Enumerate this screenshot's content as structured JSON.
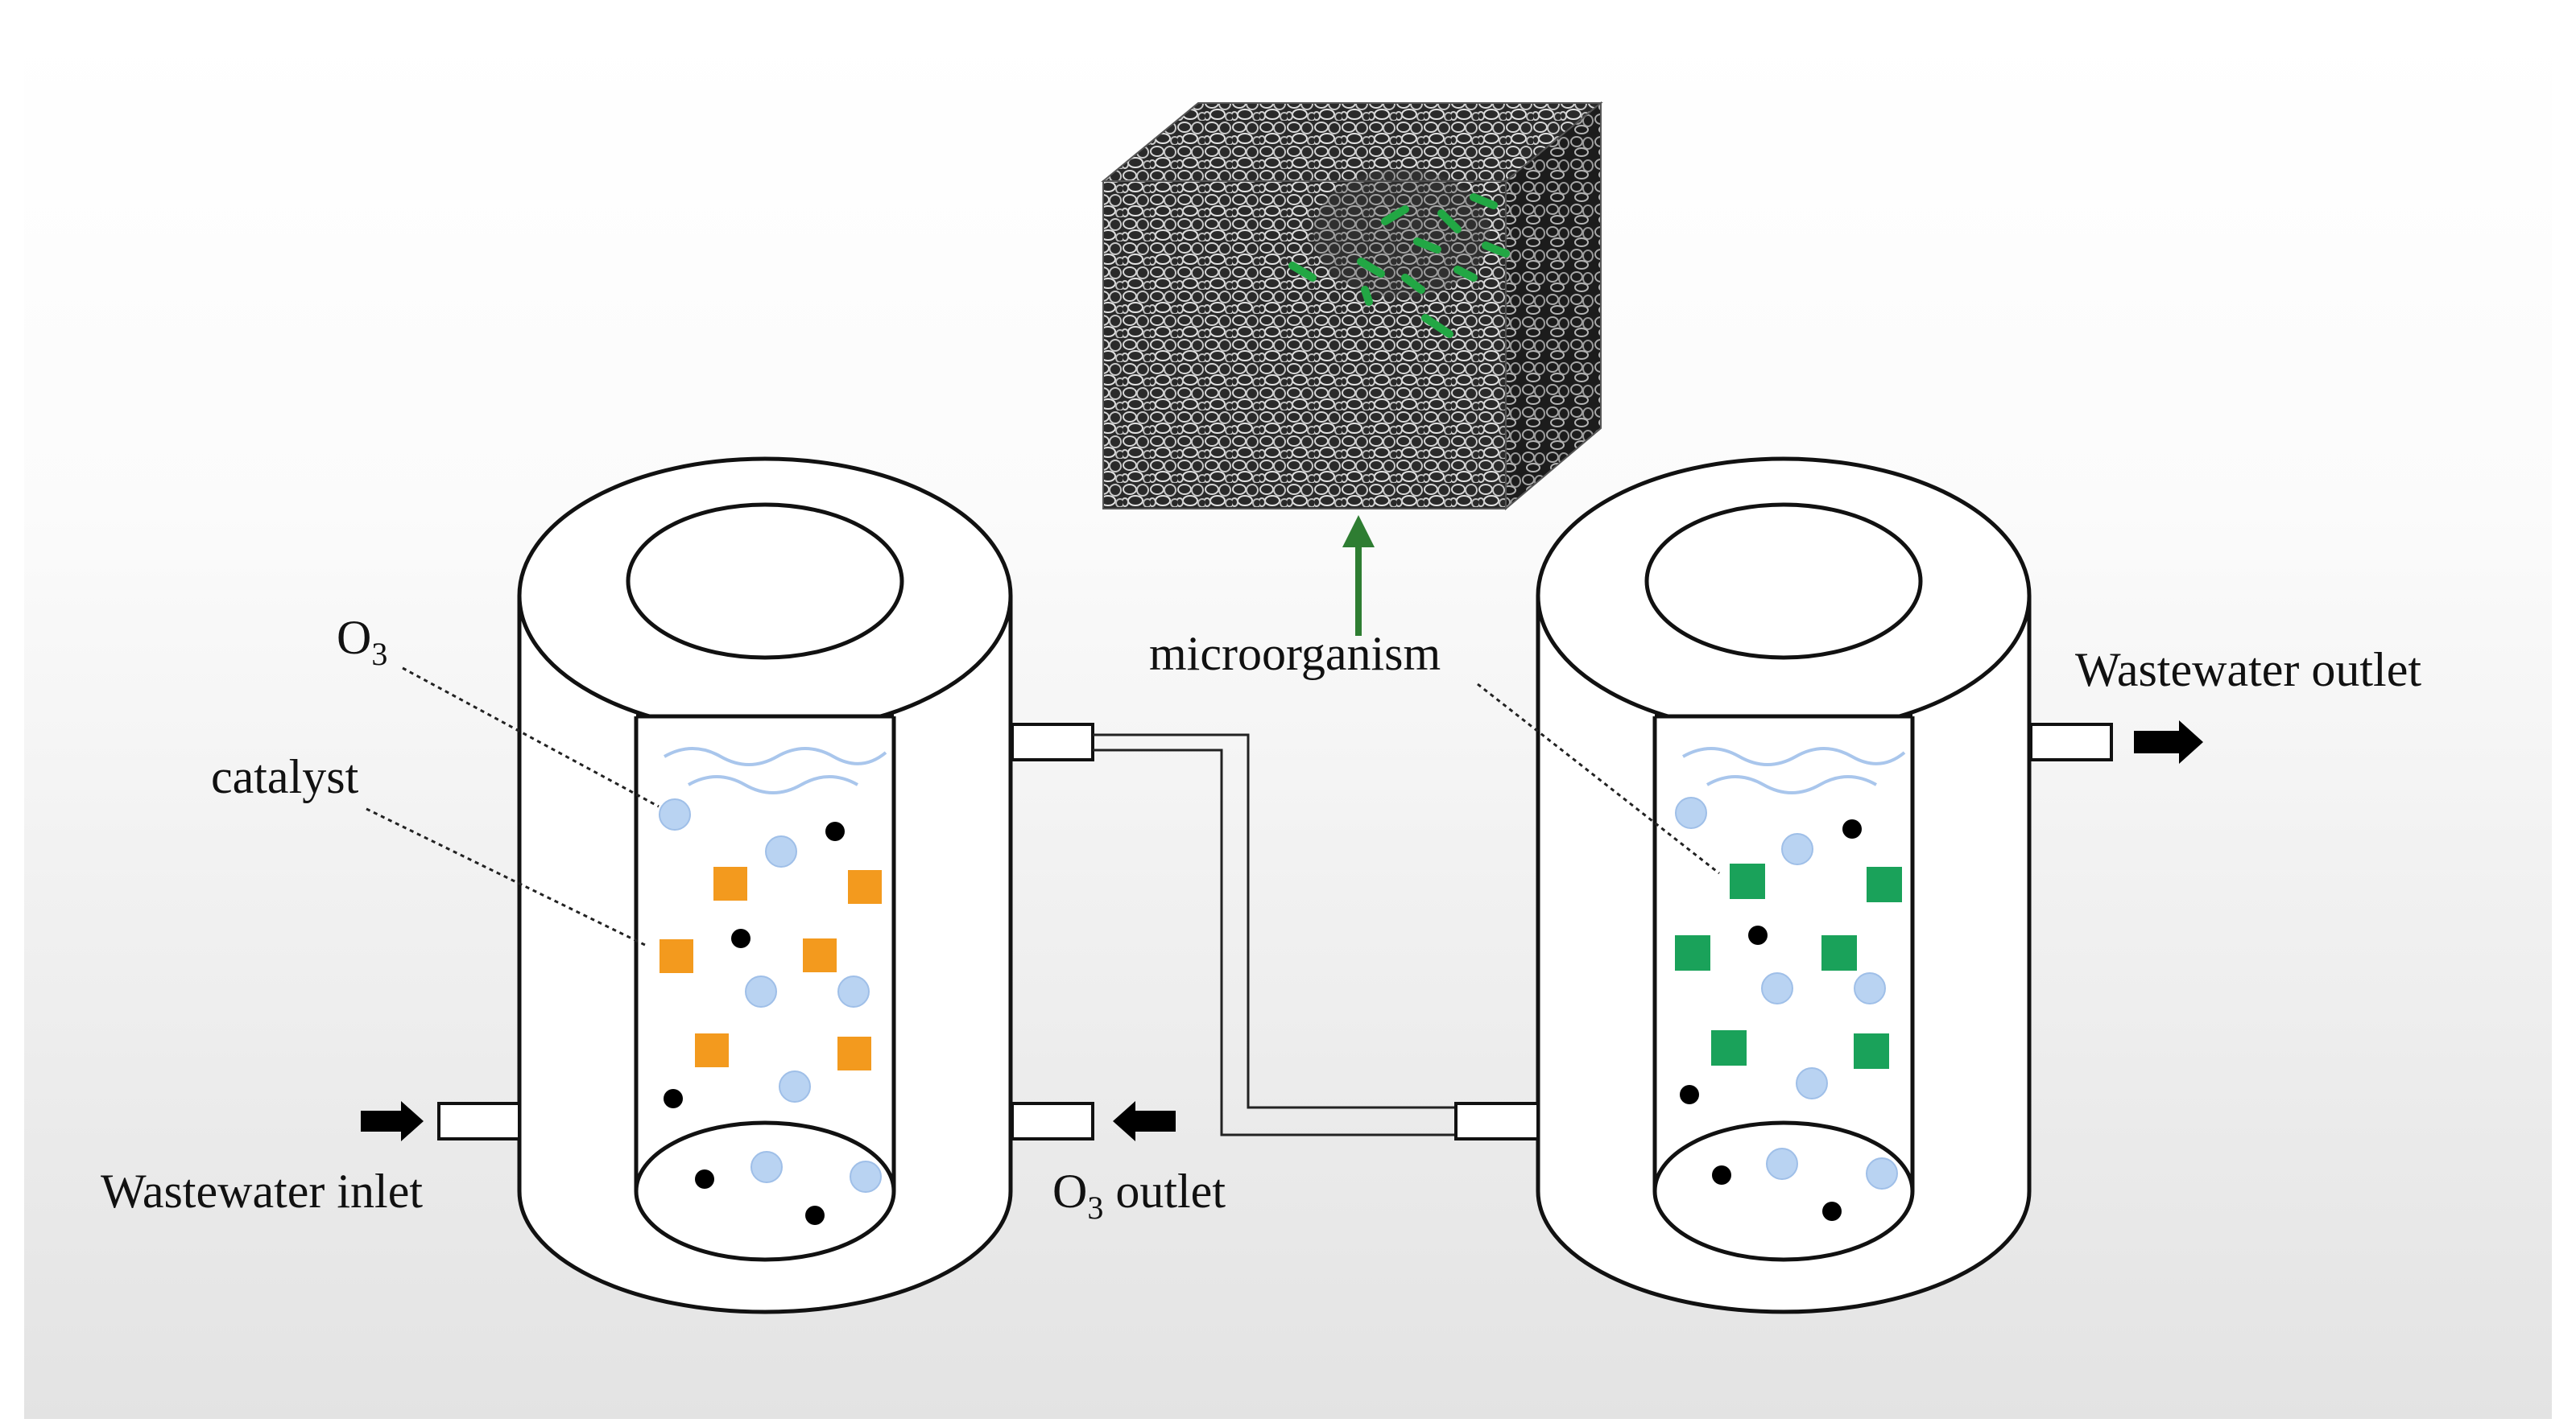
{
  "labels": {
    "o3": "O",
    "o3_sub": "3",
    "catalyst": "catalyst",
    "wastewater_inlet": "Wastewater inlet",
    "o3_outlet_main": "O",
    "o3_outlet_sub": "3",
    "o3_outlet_text": " outlet",
    "microorganism": "microorganism",
    "wastewater_outlet": "Wastewater outlet"
  },
  "colors": {
    "background_top": "#ffffff",
    "background_bottom": "#e6e6e6",
    "vessel_stroke": "#111111",
    "o3_bubble": "#b9d3f2",
    "catalyst": "#f39a1e",
    "microorganism_carrier": "#1aa25a",
    "black_particle": "#000000",
    "green_arrow": "#2e7d32",
    "foam": "#7a7a7a"
  },
  "icons": [
    "right-arrow-icon",
    "left-arrow-icon",
    "up-arrow-icon",
    "water-wave-icon",
    "porous-foam-carrier-icon"
  ]
}
